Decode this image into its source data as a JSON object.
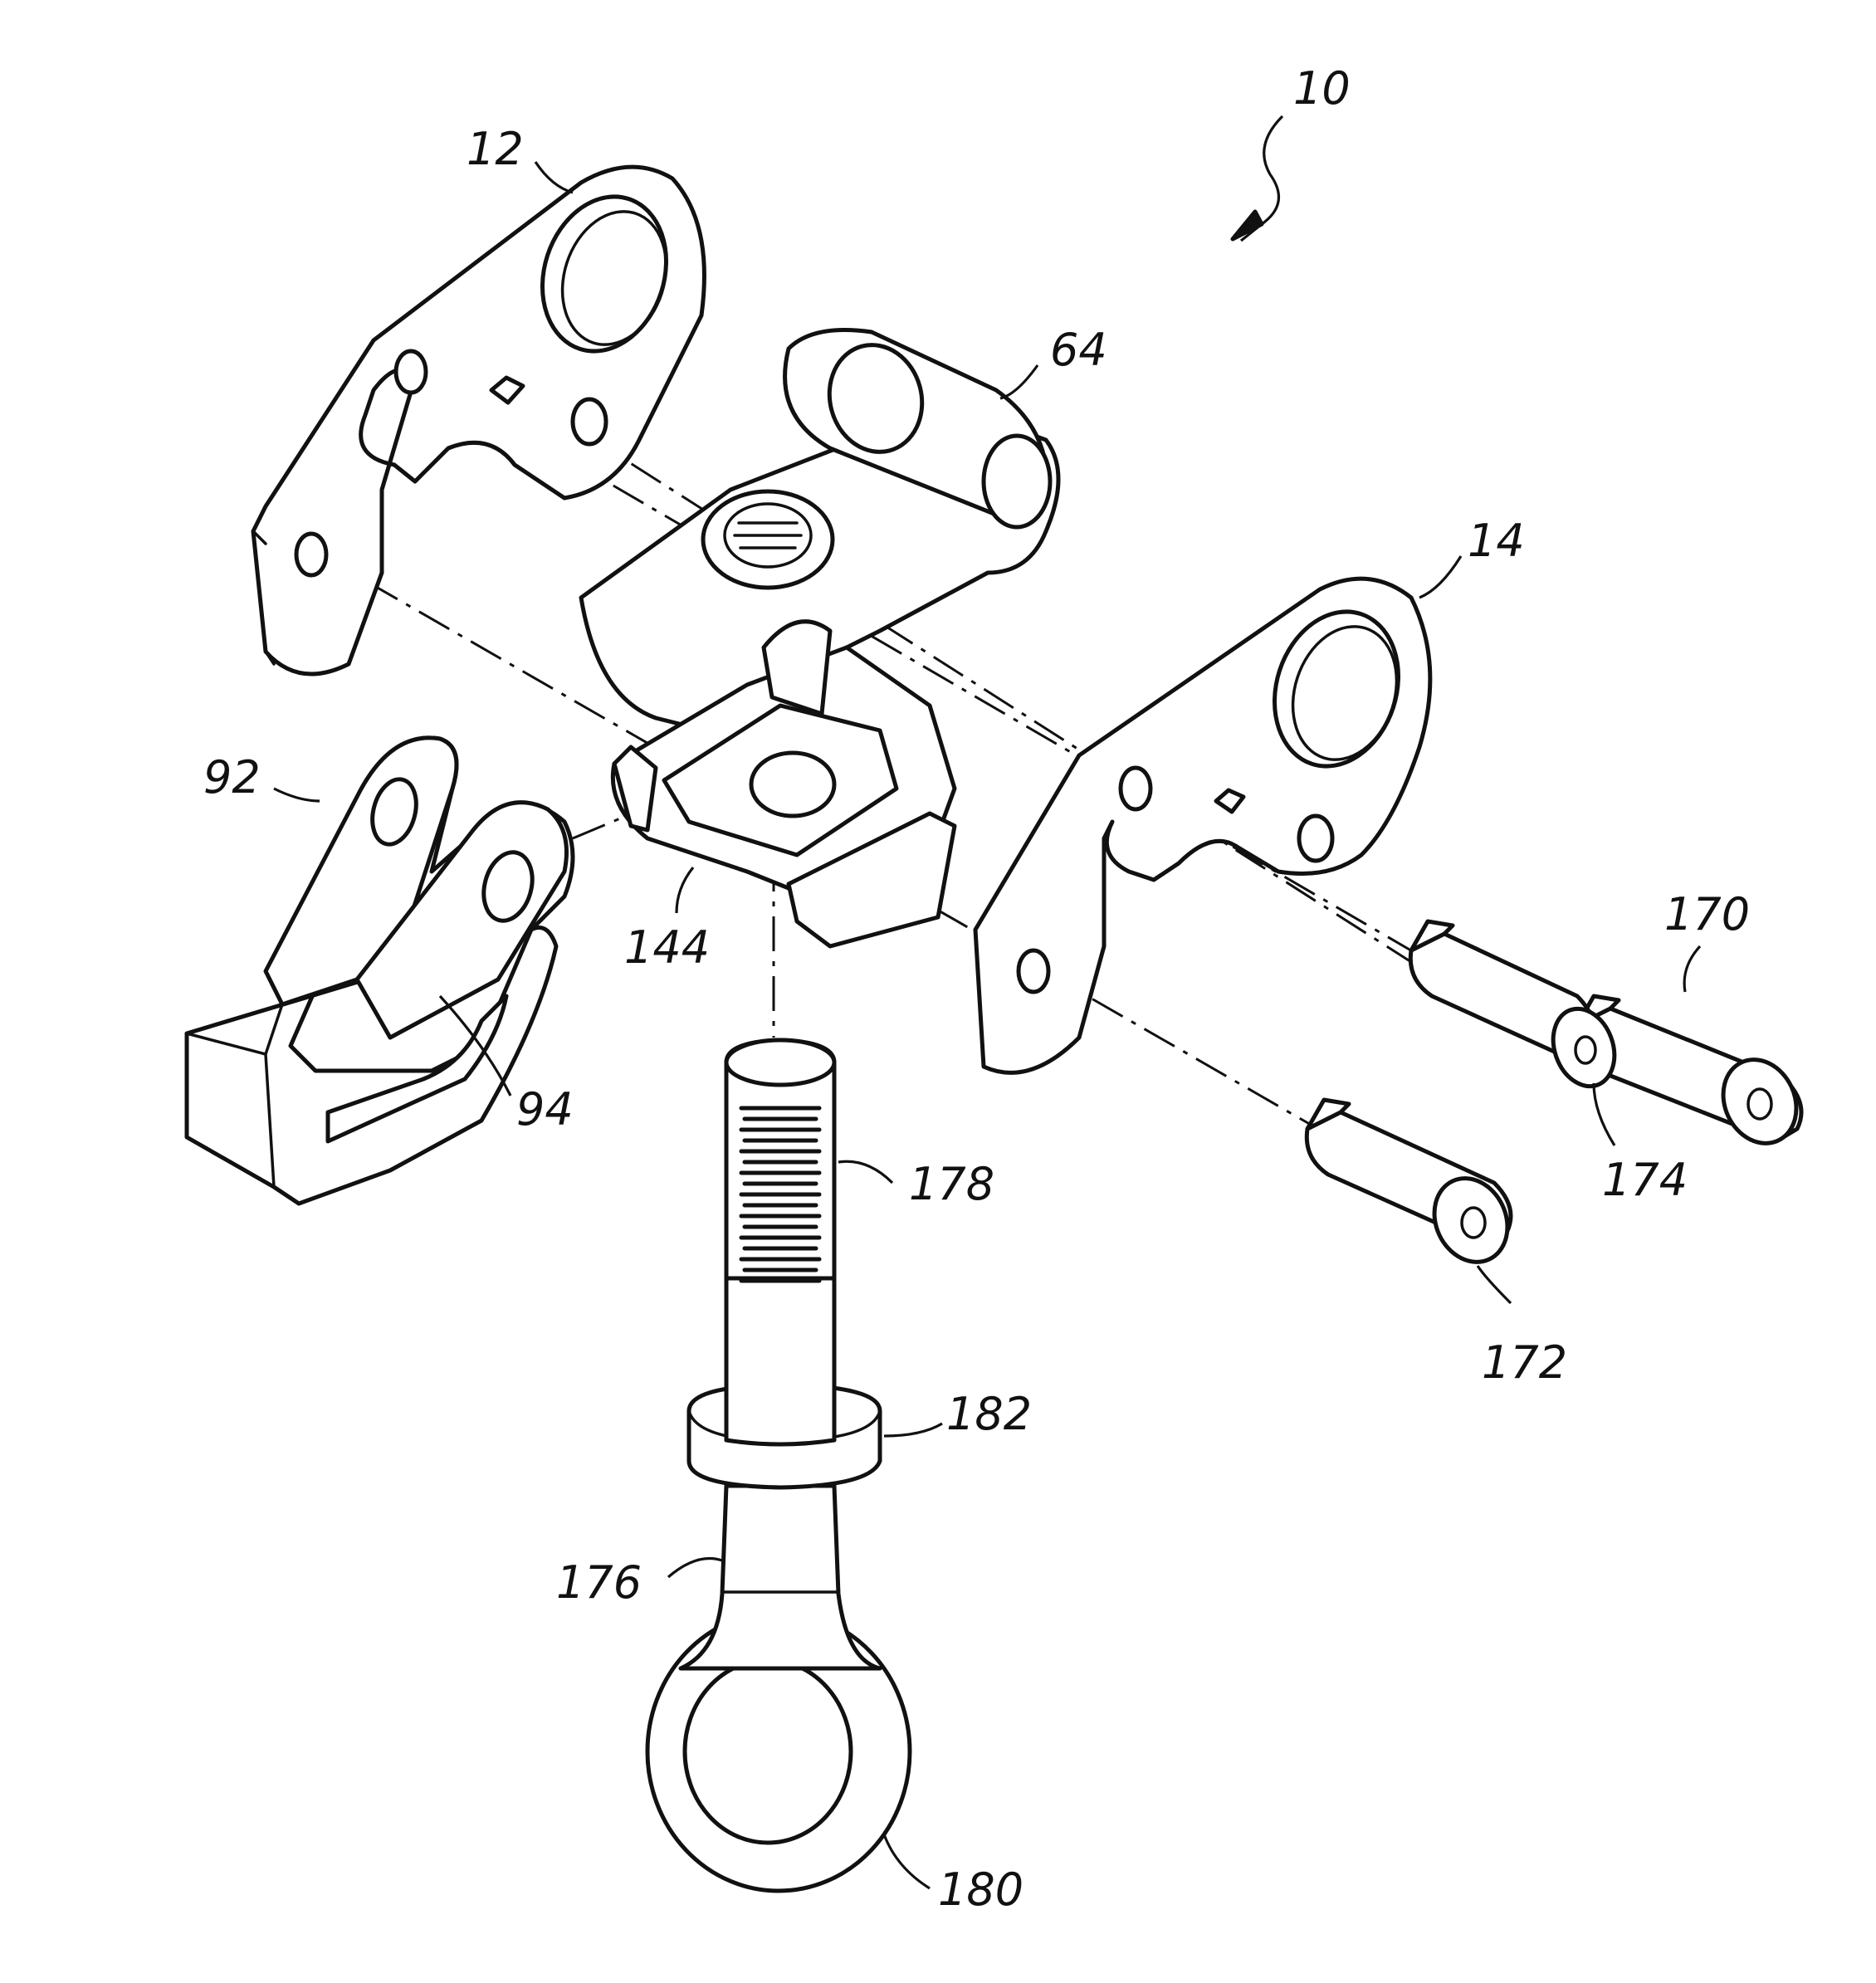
{
  "figure": {
    "reference_numerals": {
      "assembly": "10",
      "bracket_left": "12",
      "bracket_right": "14",
      "clip_upper": "64",
      "latch": "92",
      "latch_slot": "94",
      "cage_nut": "144",
      "pin_a": "170",
      "pin_b": "172",
      "washer": "174",
      "eye_bolt": "176",
      "bolt_thread": "178",
      "eye_ring": "180",
      "collar": "182"
    }
  }
}
